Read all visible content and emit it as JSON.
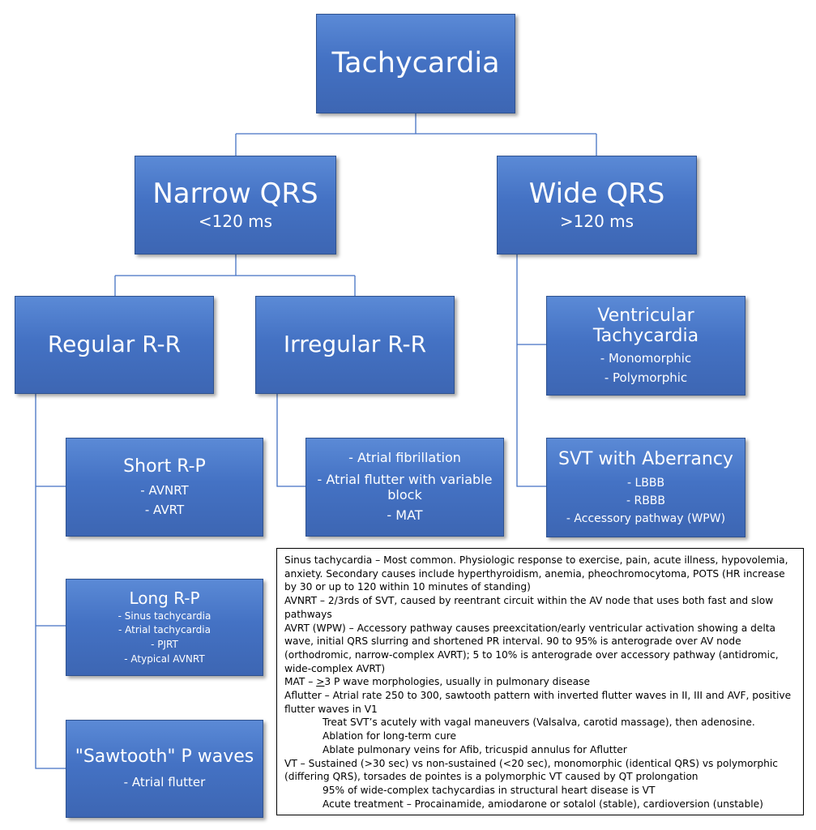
{
  "root": {
    "title": "Tachycardia"
  },
  "narrow": {
    "title": "Narrow QRS",
    "sub": "<120 ms"
  },
  "wide": {
    "title": "Wide QRS",
    "sub": ">120 ms"
  },
  "regular": {
    "title": "Regular R-R"
  },
  "irregular": {
    "title": "Irregular R-R"
  },
  "vt": {
    "title": "Ventricular Tachycardia",
    "items": [
      "- Monomorphic",
      "- Polymorphic"
    ]
  },
  "short_rp": {
    "title": "Short R-P",
    "items": [
      "- AVNRT",
      "- AVRT"
    ]
  },
  "irregular_list": {
    "items": [
      "- Atrial fibrillation",
      "- Atrial flutter with variable block",
      "- MAT"
    ]
  },
  "svt_aberrancy": {
    "title": "SVT with Aberrancy",
    "items": [
      "- LBBB",
      "- RBBB",
      "- Accessory pathway (WPW)"
    ]
  },
  "long_rp": {
    "title": "Long R-P",
    "items": [
      "- Sinus tachycardia",
      "- Atrial tachycardia",
      "- PJRT",
      "- Atypical AVNRT"
    ]
  },
  "sawtooth": {
    "title": "\"Sawtooth\" P waves",
    "items": [
      "- Atrial flutter"
    ]
  },
  "notes": {
    "sinus": "Sinus tachycardia – Most common. Physiologic response to exercise, pain, acute illness, hypovolemia, anxiety. Secondary causes include hyperthyroidism, anemia, pheochromocytoma, POTS (HR increase by 30 or up to 120 within 10 minutes of standing)",
    "avnrt": "AVNRT – 2/3rds of SVT, caused by reentrant circuit within the AV node that uses both fast and slow pathways",
    "avrt": "AVRT (WPW) – Accessory pathway causes preexcitation/early ventricular activation showing a delta wave, initial QRS slurring and shortened PR interval. 90 to 95% is anterograde over AV node (orthodromic, narrow-complex AVRT); 5 to 10% is anterograde over accessory pathway (antidromic, wide-complex AVRT)",
    "mat_prefix": "MAT – ",
    "mat_ge": ">",
    "mat_rest": "3 P wave morphologies, usually in pulmonary disease",
    "aflutter": "Aflutter – Atrial rate 250 to 300, sawtooth pattern with inverted flutter waves in II, III and AVF, positive flutter waves in V1",
    "treat_svt": "Treat SVT’s acutely with vagal maneuvers (Valsalva, carotid massage), then adenosine. Ablation for long-term cure",
    "ablate": "Ablate pulmonary veins for Afib, tricuspid annulus for Aflutter",
    "vt": "VT – Sustained (>30 sec) vs non-sustained (<20 sec), monomorphic (identical QRS) vs polymorphic (differing QRS), torsades de pointes is a polymorphic VT caused by QT prolongation",
    "vt_pct": "95% of wide-complex tachycardias in structural heart disease is VT",
    "acute": "Acute treatment – Procainamide, amiodarone or sotalol (stable), cardioversion (unstable)"
  },
  "colors": {
    "box_fill": "#4472c4",
    "box_border": "#2f528f",
    "connector": "#4472c4"
  }
}
